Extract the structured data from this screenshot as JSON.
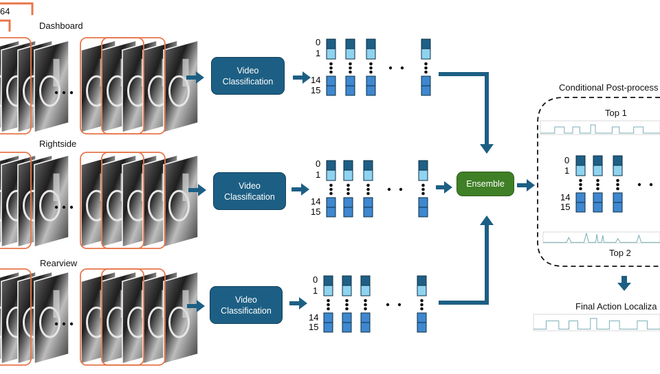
{
  "top_frame_label": "64",
  "views": [
    {
      "name": "Dashboard"
    },
    {
      "name": "Rightside"
    },
    {
      "name": "Rearview"
    }
  ],
  "model": {
    "label_line1": "Video",
    "label_line2": "Classification"
  },
  "class_indices": {
    "first": "0",
    "second": "1",
    "penultimate": "14",
    "last": "15"
  },
  "ensemble": {
    "label": "Ensemble"
  },
  "postprocess": {
    "title": "Conditional Post-process",
    "top1": "Top 1",
    "top2": "Top 2"
  },
  "final": {
    "title": "Final Action Localiza"
  },
  "colors": {
    "frame_outline": "#e8764a",
    "model_box": "#1d5f84",
    "arrow": "#1d5f84",
    "ensemble_box": "#3f7f25",
    "cell_dark": "#1f5f86",
    "cell_light": "#8fd3f0",
    "cell_mid": "#3f87cf",
    "plot_line": "#79aeb6"
  }
}
